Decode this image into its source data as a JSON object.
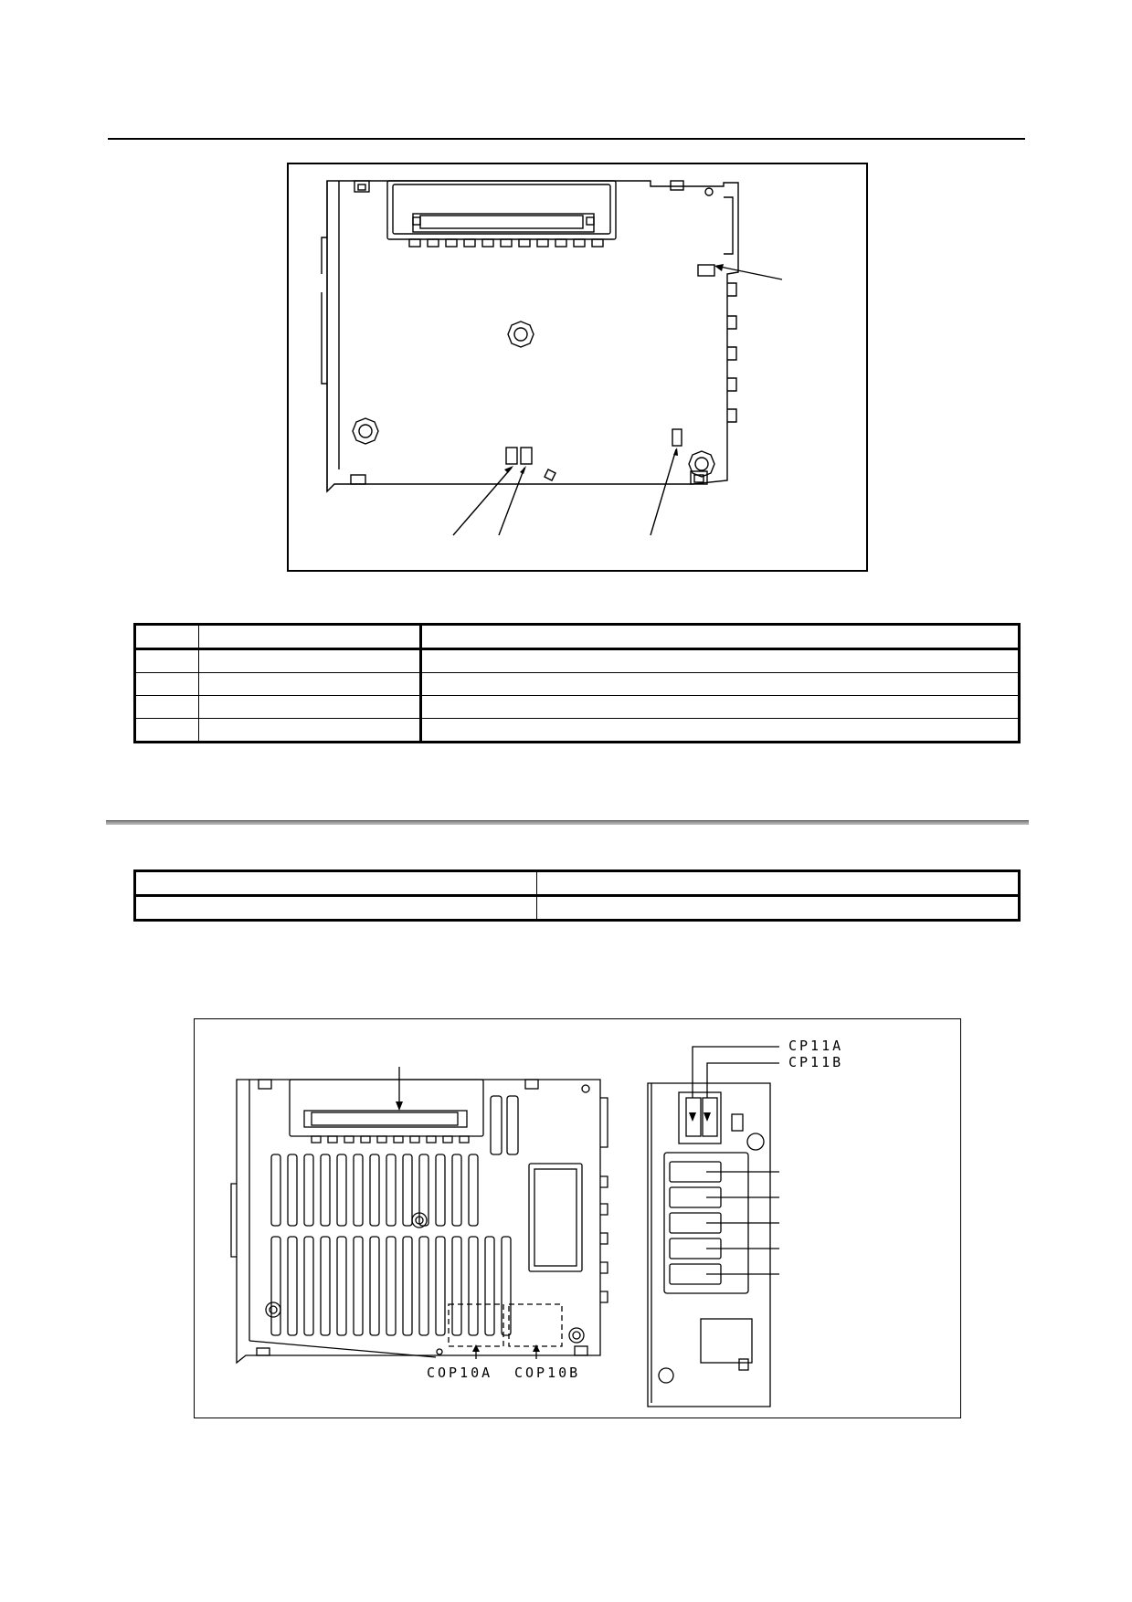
{
  "figure1": {
    "callout_labels": []
  },
  "table1": {
    "rows": [
      [
        "",
        "",
        ""
      ],
      [
        "",
        "",
        ""
      ],
      [
        "",
        "",
        ""
      ],
      [
        "",
        "",
        ""
      ],
      [
        "",
        "",
        ""
      ]
    ]
  },
  "table2": {
    "rows": [
      [
        "",
        ""
      ],
      [
        "",
        ""
      ]
    ]
  },
  "figure2": {
    "cp11a": "CP11A",
    "cp11b": "CP11B",
    "cop10a": "COP10A",
    "cop10b": "COP10B"
  }
}
